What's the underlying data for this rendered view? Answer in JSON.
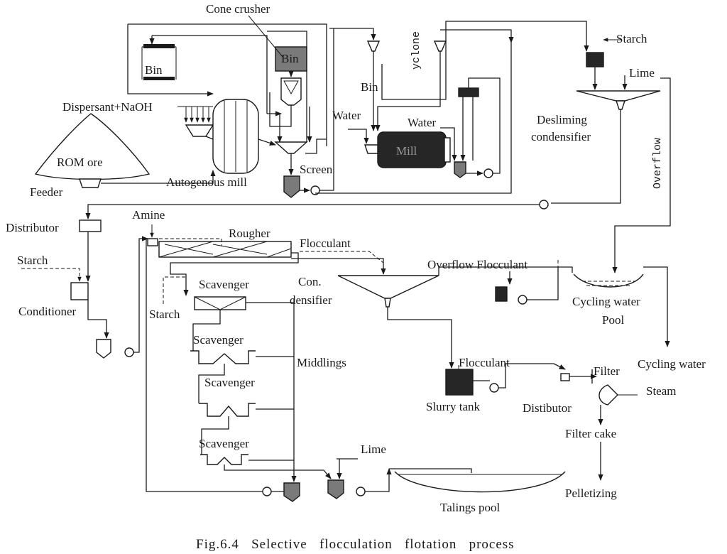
{
  "labels": {
    "cone_crusher": "Cone crusher",
    "starch_top": "Starch",
    "bin_left": "Bin",
    "bin_grey": "Bin",
    "cyclone": "yclone",
    "lime_top": "Lime",
    "bin_mid": "Bin",
    "dispersant": "Dispersant+NaOH",
    "water_left": "Water",
    "water_right": "Water",
    "desliming": "Desliming",
    "condensifier": "condensifier",
    "rom_ore": "ROM ore",
    "screen": "Screen",
    "mill": "Mill",
    "overflow_vert": "Overflow",
    "feeder": "Feeder",
    "autogenous_mill": "Autogenous mill",
    "amine": "Amine",
    "distributor": "Distributor",
    "rougher": "Rougher",
    "flocculant_1": "Flocculant",
    "starch_left": "Starch",
    "overflow_flocculant": "Overflow Flocculant",
    "con": "Con.",
    "densifier": "densifier",
    "scavenger_1": "Scavenger",
    "conditioner": "Conditioner",
    "starch_mid": "Starch",
    "cycling_water_pool_1": "Cycling water",
    "cycling_water_pool_2": "Pool",
    "scavenger_2": "Scavenger",
    "middlings": "Middlings",
    "flocculant_2": "Flocculant",
    "cycling_water": "Cycling water",
    "filter": "Filter",
    "scavenger_3": "Scavenger",
    "steam": "Steam",
    "slurry_tank": "Slurry tank",
    "distibutor": "Distibutor",
    "filter_cake": "Filter cake",
    "scavenger_4": "Scavenger",
    "lime_bottom": "Lime",
    "pelletizing": "Pelletizing",
    "talings_pool": "Talings pool"
  },
  "caption": "Fig.6.4   Selective   flocculation   flotation   process"
}
